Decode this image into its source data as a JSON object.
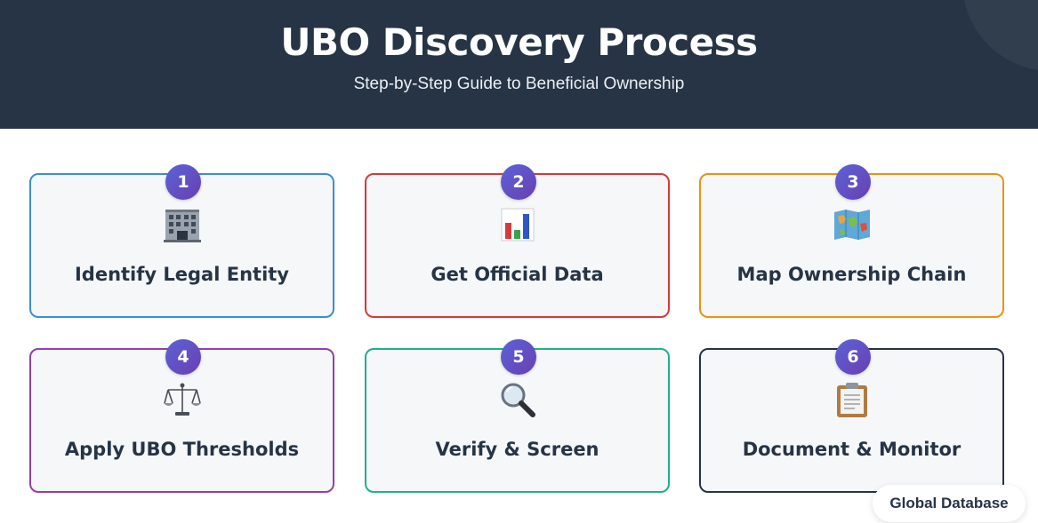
{
  "header": {
    "title": "UBO Discovery Process",
    "subtitle": "Step-by-Step Guide to Beneficial Ownership"
  },
  "steps": [
    {
      "number": "1",
      "label": "Identify Legal Entity",
      "icon": "office-building-icon",
      "border_color": "#3a8fd6"
    },
    {
      "number": "2",
      "label": "Get Official Data",
      "icon": "bar-chart-icon",
      "border_color": "#d63a3a"
    },
    {
      "number": "3",
      "label": "Map Ownership Chain",
      "icon": "world-map-icon",
      "border_color": "#ee9212"
    },
    {
      "number": "4",
      "label": "Apply UBO Thresholds",
      "icon": "scales-icon",
      "border_color": "#9340ab"
    },
    {
      "number": "5",
      "label": "Verify & Screen",
      "icon": "magnifying-glass-icon",
      "border_color": "#1fb08a"
    },
    {
      "number": "6",
      "label": "Document & Monitor",
      "icon": "clipboard-icon",
      "border_color": "#263445"
    }
  ],
  "watermark": "Global Database",
  "colors": {
    "header_bg": "#263445",
    "badge": "#5a52c8",
    "card_bg": "#f6f7f9"
  }
}
